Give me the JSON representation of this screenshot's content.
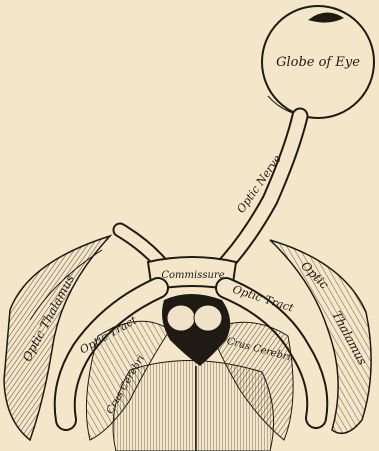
{
  "figure": {
    "labels": {
      "globe_of_eye": "Globe of Eye",
      "optic_nerve": "Optic Nerve",
      "commissure": "Commissure",
      "optic_tract_left": "Optic Tract",
      "optic_tract_right": "Optic Tract",
      "optic_thalamus_left": "Optic Thalamus",
      "optic_thalamus_right_top": "Optic",
      "optic_thalamus_right_bottom": "Thalamus",
      "crus_cerebri_left": "Crus Cerebri",
      "crus_cerebri_right": "Crus Cerebri"
    },
    "colors": {
      "paper": "#f3e6c9",
      "ink": "#1f1a14"
    }
  }
}
